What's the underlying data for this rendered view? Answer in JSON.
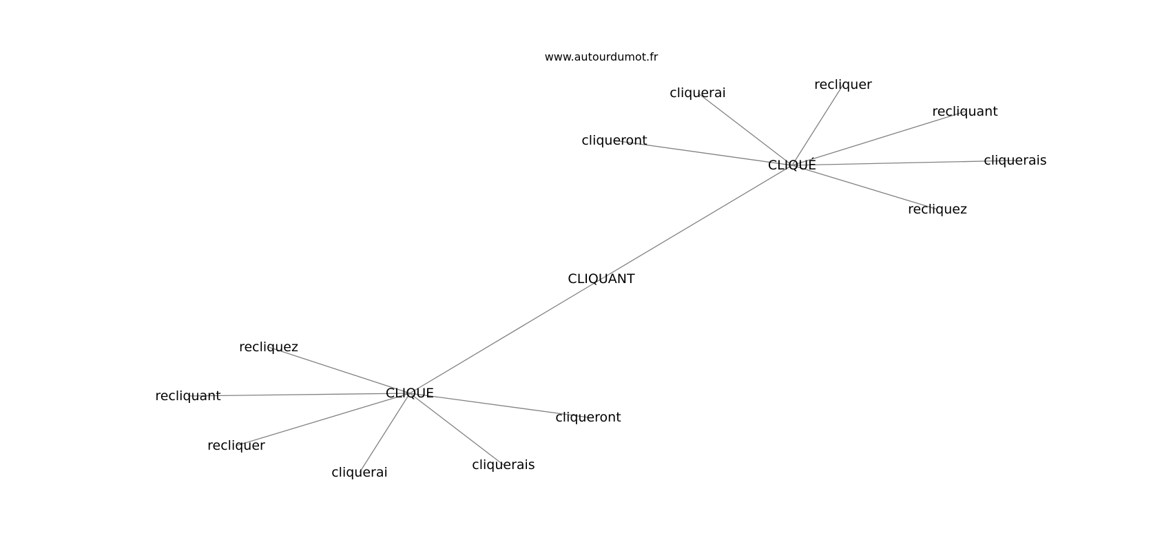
{
  "source": "www.autourdumot.fr",
  "colors": {
    "edge": "#808080",
    "text": "#000000",
    "background": "#ffffff"
  },
  "nodes": {
    "center": "CLIQUANT",
    "hub_top": "CLIQUÉ",
    "hub_bottom": "CLIQUE",
    "top_cliquerai": "cliquerai",
    "top_recliquer": "recliquer",
    "top_recliquant": "recliquant",
    "top_cliqueront": "cliqueront",
    "top_cliquerais": "cliquerais",
    "top_recliquez": "recliquez",
    "bottom_recliquez": "recliquez",
    "bottom_recliquant": "recliquant",
    "bottom_recliquer": "recliquer",
    "bottom_cliquerai": "cliquerai",
    "bottom_cliquerais": "cliquerais",
    "bottom_cliqueront": "cliqueront"
  },
  "edges": [
    [
      "center",
      "hub_top"
    ],
    [
      "center",
      "hub_bottom"
    ],
    [
      "hub_top",
      "top_cliquerai"
    ],
    [
      "hub_top",
      "top_recliquer"
    ],
    [
      "hub_top",
      "top_recliquant"
    ],
    [
      "hub_top",
      "top_cliqueront"
    ],
    [
      "hub_top",
      "top_cliquerais"
    ],
    [
      "hub_top",
      "top_recliquez"
    ],
    [
      "hub_bottom",
      "bottom_recliquez"
    ],
    [
      "hub_bottom",
      "bottom_recliquant"
    ],
    [
      "hub_bottom",
      "bottom_recliquer"
    ],
    [
      "hub_bottom",
      "bottom_cliquerai"
    ],
    [
      "hub_bottom",
      "bottom_cliquerais"
    ],
    [
      "hub_bottom",
      "bottom_cliqueront"
    ]
  ]
}
